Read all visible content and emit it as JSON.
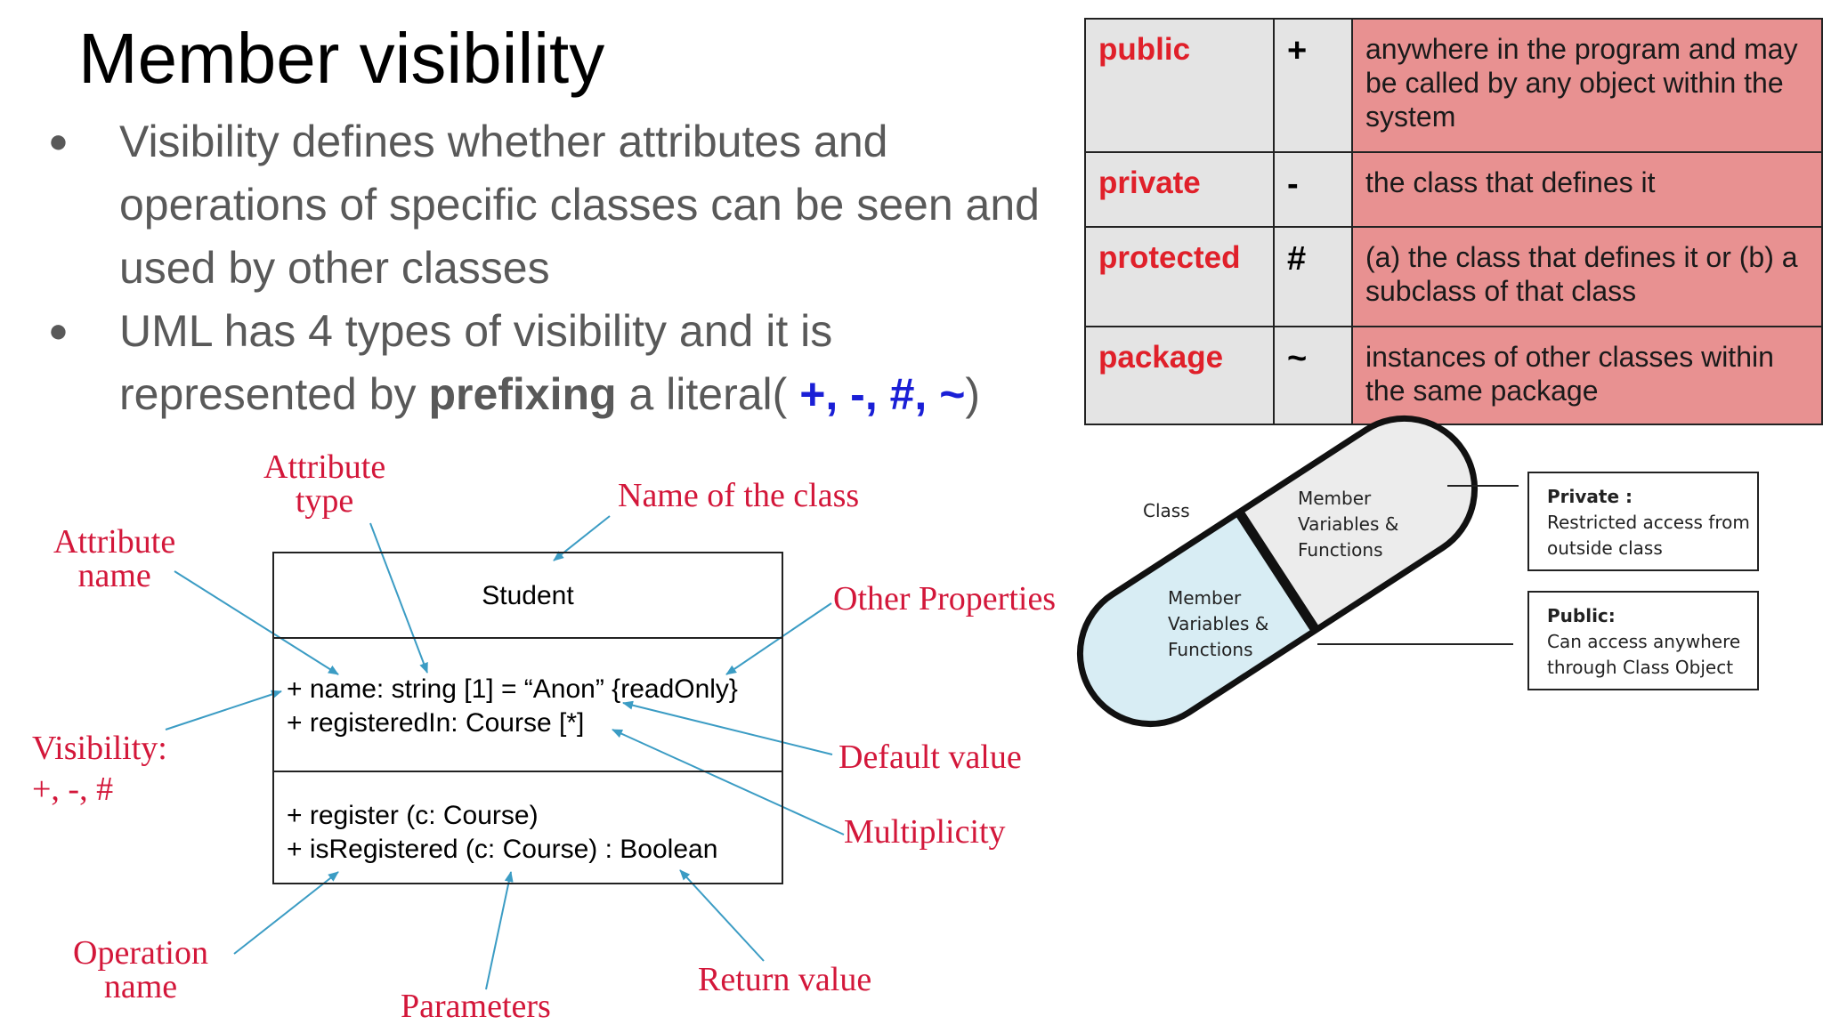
{
  "slide": {
    "title": "Member visibility",
    "bullets": {
      "b1": "Visibility defines whether attributes and operations of specific classes can be seen and used by other classes",
      "b2_pre": "UML has 4 types of visibility and it is represented by ",
      "b2_bold": "prefixing",
      "b2_mid": " a literal( ",
      "b2_syms": "+, -, #, ~",
      "b2_post": ")"
    }
  },
  "visibility_table": {
    "rows": [
      {
        "keyword": "public",
        "symbol": "+",
        "description": "anywhere in the program and may be called by any object within the system"
      },
      {
        "keyword": "private",
        "symbol": "-",
        "description": "the class that defines it"
      },
      {
        "keyword": "protected",
        "symbol": "#",
        "description": "(a) the class that defines it or (b) a subclass of that class"
      },
      {
        "keyword": "package",
        "symbol": "~",
        "description": "instances of other classes within the same package"
      }
    ]
  },
  "uml": {
    "class_name": "Student",
    "attributes": [
      "+ name: string [1] = “Anon” {readOnly}",
      "+ registeredIn: Course [*]"
    ],
    "operations": [
      "+ register (c: Course)",
      "+ isRegistered (c: Course) : Boolean"
    ],
    "annotations": {
      "attribute_type_1": "Attribute",
      "attribute_type_2": "type",
      "class_name_label": "Name of the class",
      "attribute_name_1": "Attribute",
      "attribute_name_2": "name",
      "other_properties": "Other Properties",
      "visibility_1": "Visibility:",
      "visibility_2": "+, -, #",
      "default_value": "Default value",
      "multiplicity": "Multiplicity",
      "operation_name_1": "Operation",
      "operation_name_2": "name",
      "parameters": "Parameters",
      "return_value": "Return value"
    }
  },
  "capsule": {
    "class_label": "Class",
    "upper_1": "Member",
    "upper_2": "Variables &",
    "upper_3": "Functions",
    "lower_1": "Member",
    "lower_2": "Variables &",
    "lower_3": "Functions",
    "private_title": "Private :",
    "private_1": "Restricted access from",
    "private_2": "outside class",
    "public_title": "Public:",
    "public_1": "Can access anywhere",
    "public_2": "through Class Object"
  },
  "colors": {
    "keyword_red": "#e0202a",
    "desc_bg": "#e89191",
    "symbol_blue": "#1a1fd6",
    "annotation_red": "#d3173a",
    "arrow_teal": "#3b9cc4",
    "capsule_blue": "#d8edf4"
  }
}
